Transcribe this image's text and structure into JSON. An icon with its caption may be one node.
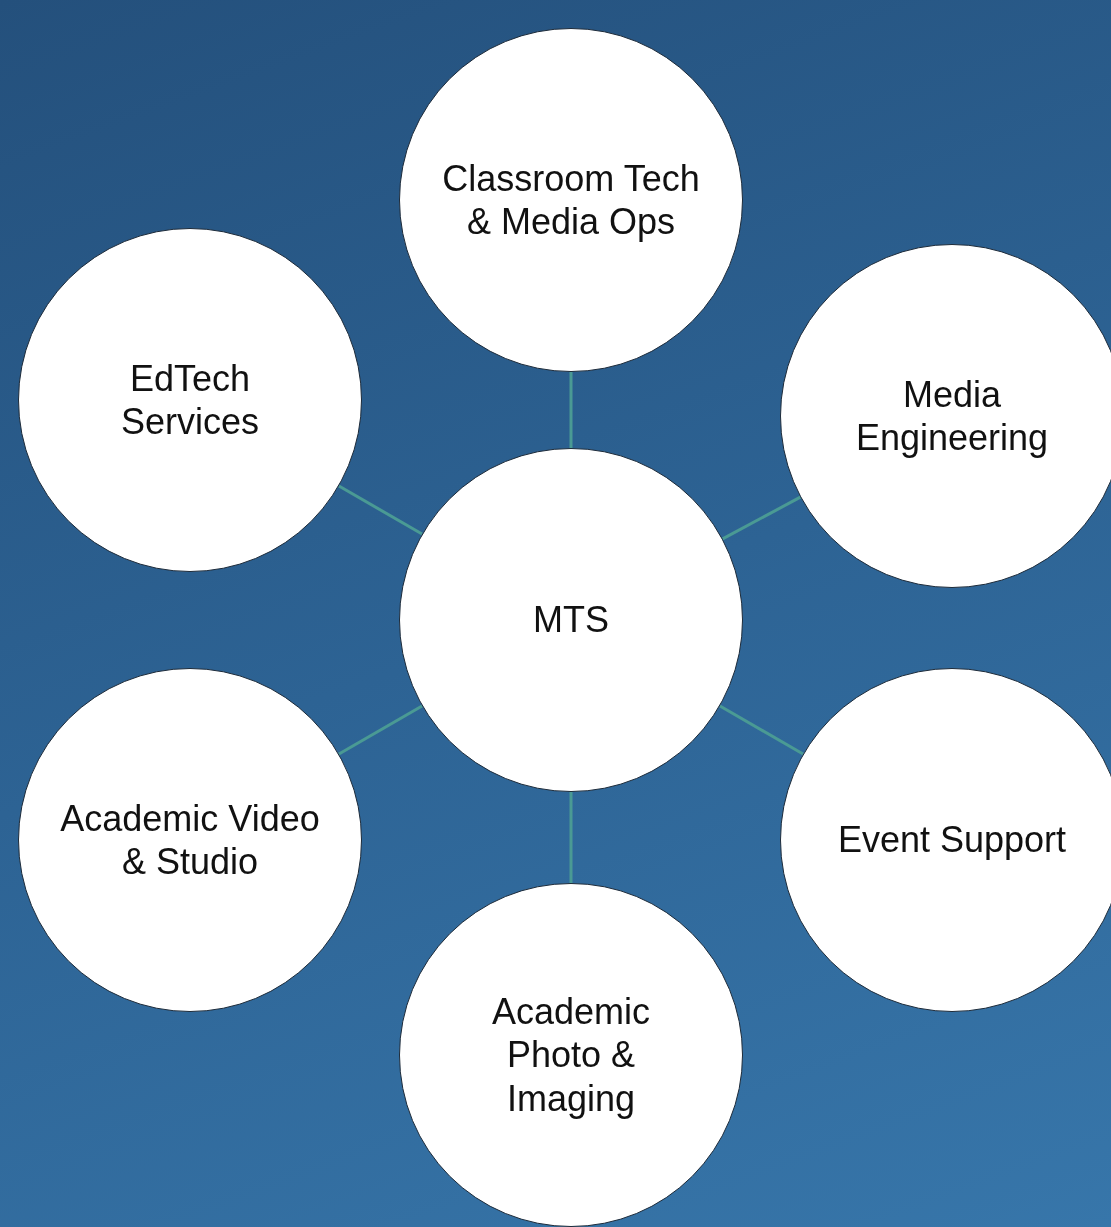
{
  "diagram": {
    "nodes": [
      {
        "text": [
          "Classroom Tech & Media Ops"
        ]
      },
      {
        "text": [
          "EdTech Services"
        ]
      },
      {
        "text": [
          "Media Engineering"
        ]
      },
      {
        "text": [
          "MTS"
        ]
      },
      {
        "text": [
          "Academic Video & Studio"
        ]
      },
      {
        "text": [
          "Event Support"
        ]
      },
      {
        "text": [
          "Academic Photo & Imaging"
        ]
      }
    ],
    "edges": [
      {
        "from": 3,
        "to": 0,
        "arrow": "none"
      },
      {
        "from": 3,
        "to": 1,
        "arrow": "none"
      },
      {
        "from": 3,
        "to": 2,
        "arrow": "none"
      },
      {
        "from": 3,
        "to": 4,
        "arrow": "none"
      },
      {
        "from": 3,
        "to": 5,
        "arrow": "none"
      },
      {
        "from": 3,
        "to": 6,
        "arrow": "none"
      }
    ]
  }
}
